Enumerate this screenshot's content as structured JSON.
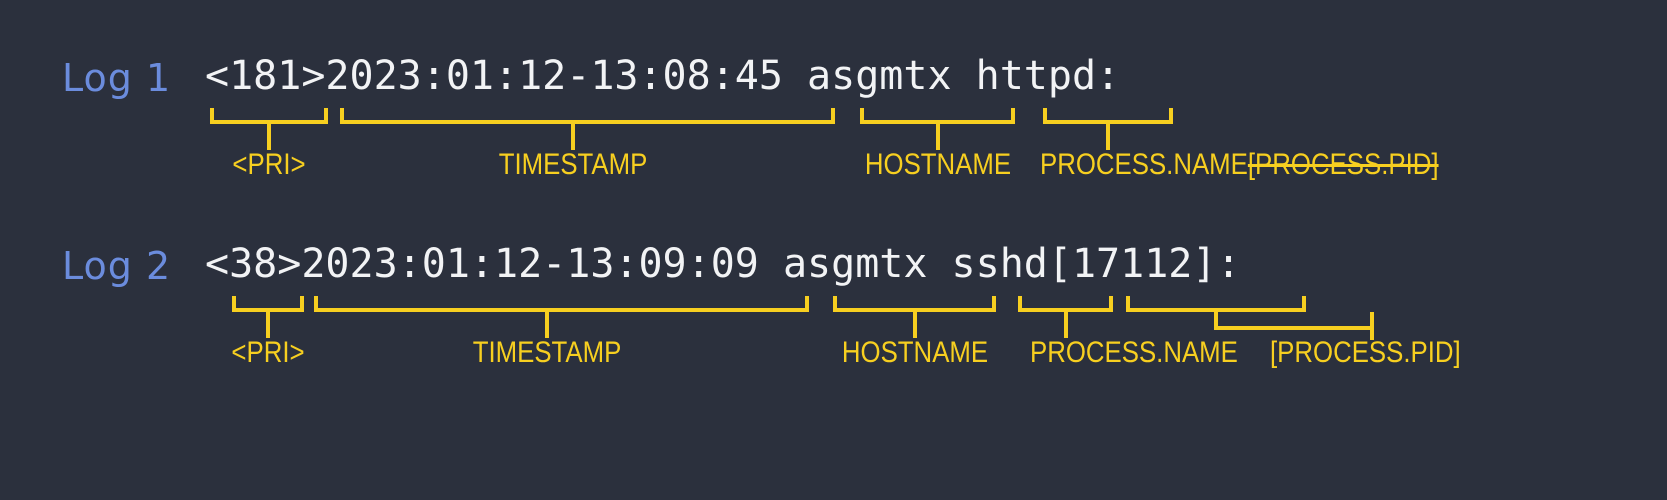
{
  "theme": {
    "background": "#2b303d",
    "log_text_color": "#f2f3f5",
    "tag_color": "#6b8cdd",
    "annotation_color": "#f7cf20"
  },
  "logs": [
    {
      "tag": "Log 1",
      "raw": "<181>2023:01:12-13:08:45 asgmtx httpd:",
      "segments": [
        {
          "field": "pri",
          "text": "<181>",
          "label": "<PRI>",
          "struck": false
        },
        {
          "field": "timestamp",
          "text": "2023:01:12-13:08:45",
          "label": "TIMESTAMP",
          "struck": false
        },
        {
          "field": "hostname",
          "text": "asgmtx",
          "label": "HOSTNAME",
          "struck": false
        },
        {
          "field": "process_name",
          "text": "httpd:",
          "label": "PROCESS.NAME",
          "struck": false
        },
        {
          "field": "process_pid",
          "text": "",
          "label": "[PROCESS.PID]",
          "struck": true
        }
      ]
    },
    {
      "tag": "Log 2",
      "raw": "<38>2023:01:12-13:09:09 asgmtx sshd[17112]:",
      "segments": [
        {
          "field": "pri",
          "text": "<38>",
          "label": "<PRI>",
          "struck": false
        },
        {
          "field": "timestamp",
          "text": "2023:01:12-13:09:09",
          "label": "TIMESTAMP",
          "struck": false
        },
        {
          "field": "hostname",
          "text": "asgmtx",
          "label": "HOSTNAME",
          "struck": false
        },
        {
          "field": "process_name",
          "text": "sshd",
          "label": "PROCESS.NAME",
          "struck": false
        },
        {
          "field": "process_pid",
          "text": "[17112]:",
          "label": "[PROCESS.PID]",
          "struck": false
        }
      ]
    }
  ]
}
